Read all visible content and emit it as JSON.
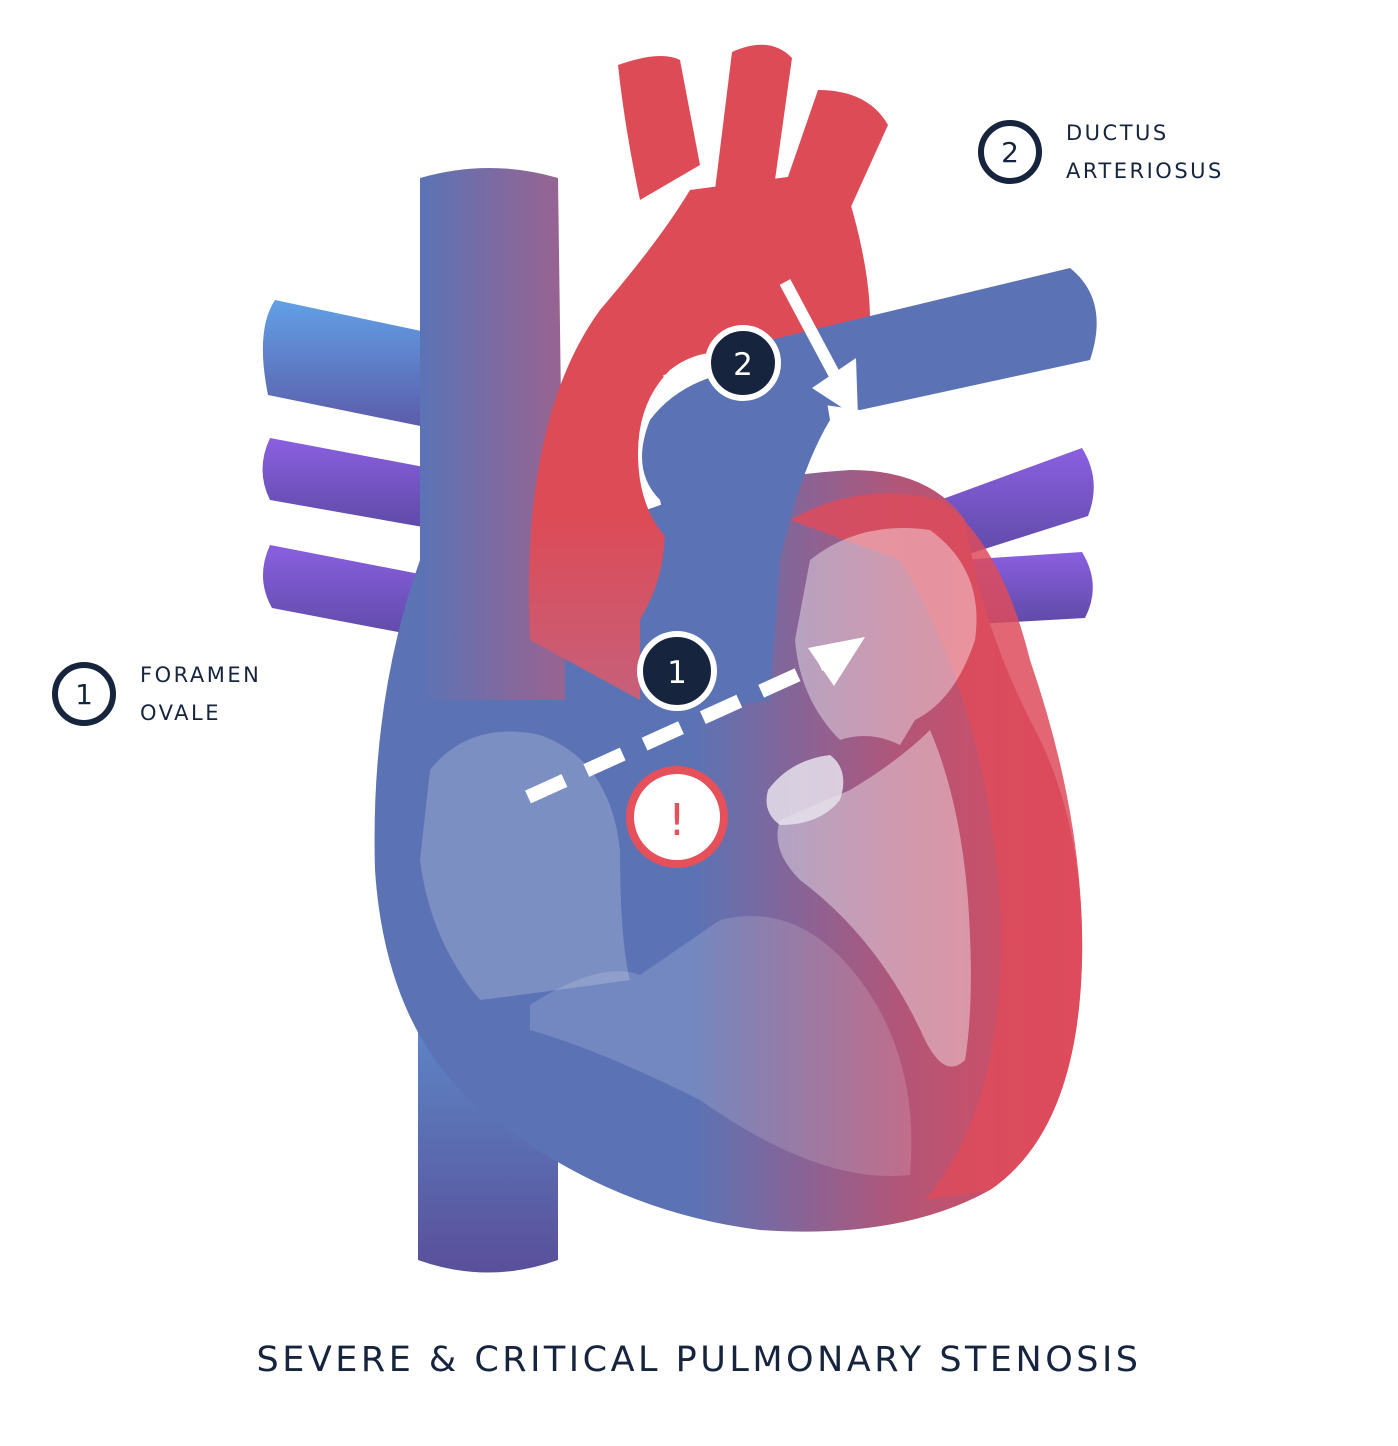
{
  "title": "SEVERE & CRITICAL PULMONARY STENOSIS",
  "legend": [
    {
      "number": "1",
      "lines": [
        "FORAMEN",
        "OVALE"
      ]
    },
    {
      "number": "2",
      "lines": [
        "DUCTUS",
        "ARTERIOSUS"
      ]
    }
  ],
  "markers": {
    "foramen_ovale": "1",
    "ductus_arteriosus": "2",
    "warning": "!"
  },
  "colors": {
    "oxygenated": "#dd4b56",
    "deoxygenated": "#5b73b5",
    "light_blue": "#62a0e6",
    "vein_purple": "#7e5bd8",
    "navy": "#16253d",
    "warning_red": "#e5505a"
  }
}
